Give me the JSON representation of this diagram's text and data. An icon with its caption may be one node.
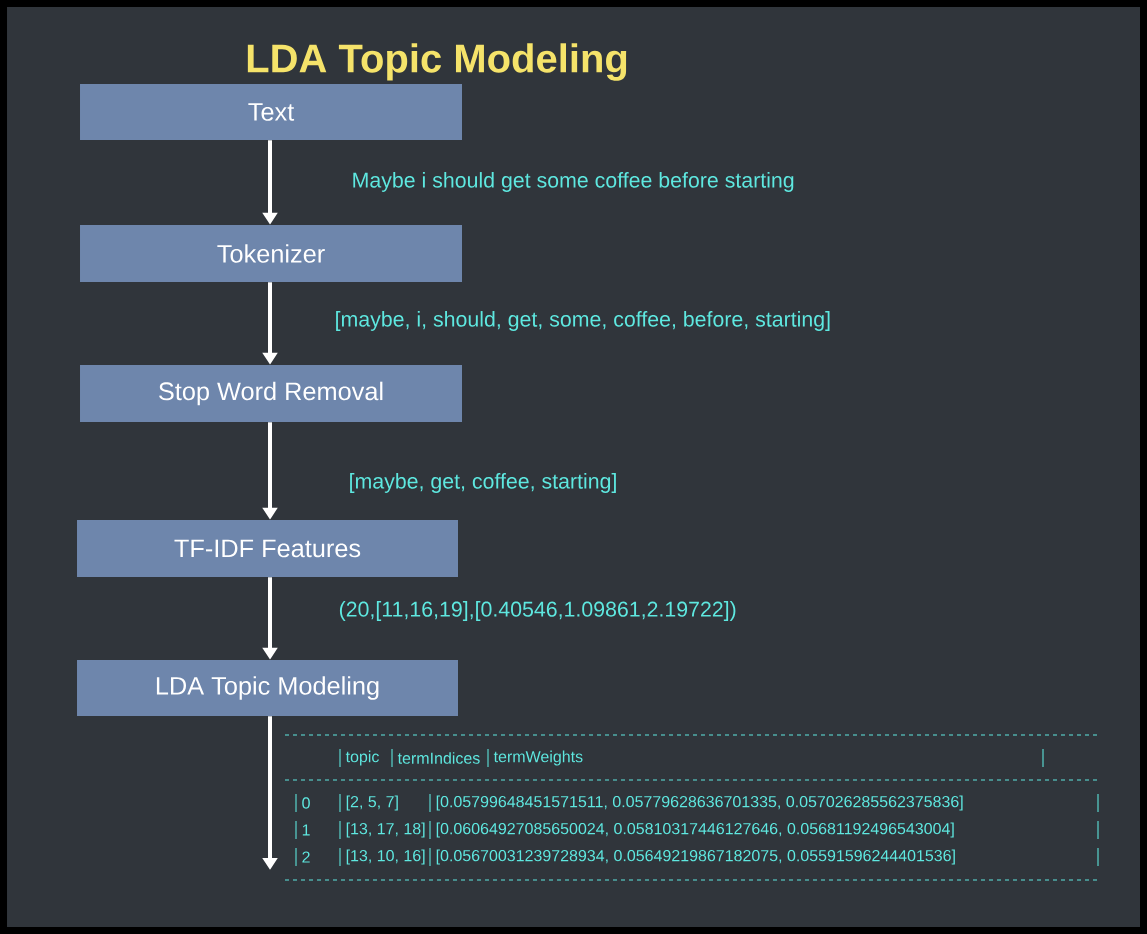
{
  "diagram": {
    "title": "LDA Topic Modeling",
    "nodes": [
      {
        "text": [
          "Text"
        ]
      },
      {
        "text": [
          "Tokenizer"
        ]
      },
      {
        "text": [
          "Stop Word Removal"
        ]
      },
      {
        "text": [
          "TF-IDF Features"
        ]
      },
      {
        "text": [
          "LDA Topic Modeling"
        ]
      }
    ],
    "edges": [
      {
        "from": 0,
        "to": 1,
        "arrow": "to",
        "label": "Maybe i should get some coffee before starting"
      },
      {
        "from": 1,
        "to": 2,
        "arrow": "to",
        "label": "[maybe, i, should, get, some, coffee, before, starting]"
      },
      {
        "from": 2,
        "to": 3,
        "arrow": "to",
        "label": "[maybe, get, coffee, starting]"
      },
      {
        "from": 3,
        "to": 4,
        "arrow": "to",
        "label": "(20,[11,16,19],[0.40546,1.09861,2.19722])"
      },
      {
        "from": 4,
        "to": null,
        "arrow": "to"
      }
    ],
    "labels": [
      "topic",
      "termIndices",
      "termWeights",
      "0",
      "[2, 5, 7]",
      "[0.05799648451571511, 0.05779628636701335, 0.057026285562375836]",
      "1",
      "[13, 17, 18]",
      "[0.06064927085650024, 0.05810317446127646, 0.05681192496543004]",
      "2",
      "[13, 10, 16]",
      "[0.05670031239728934, 0.05649219867182075, 0.05591596244401536]"
    ]
  }
}
